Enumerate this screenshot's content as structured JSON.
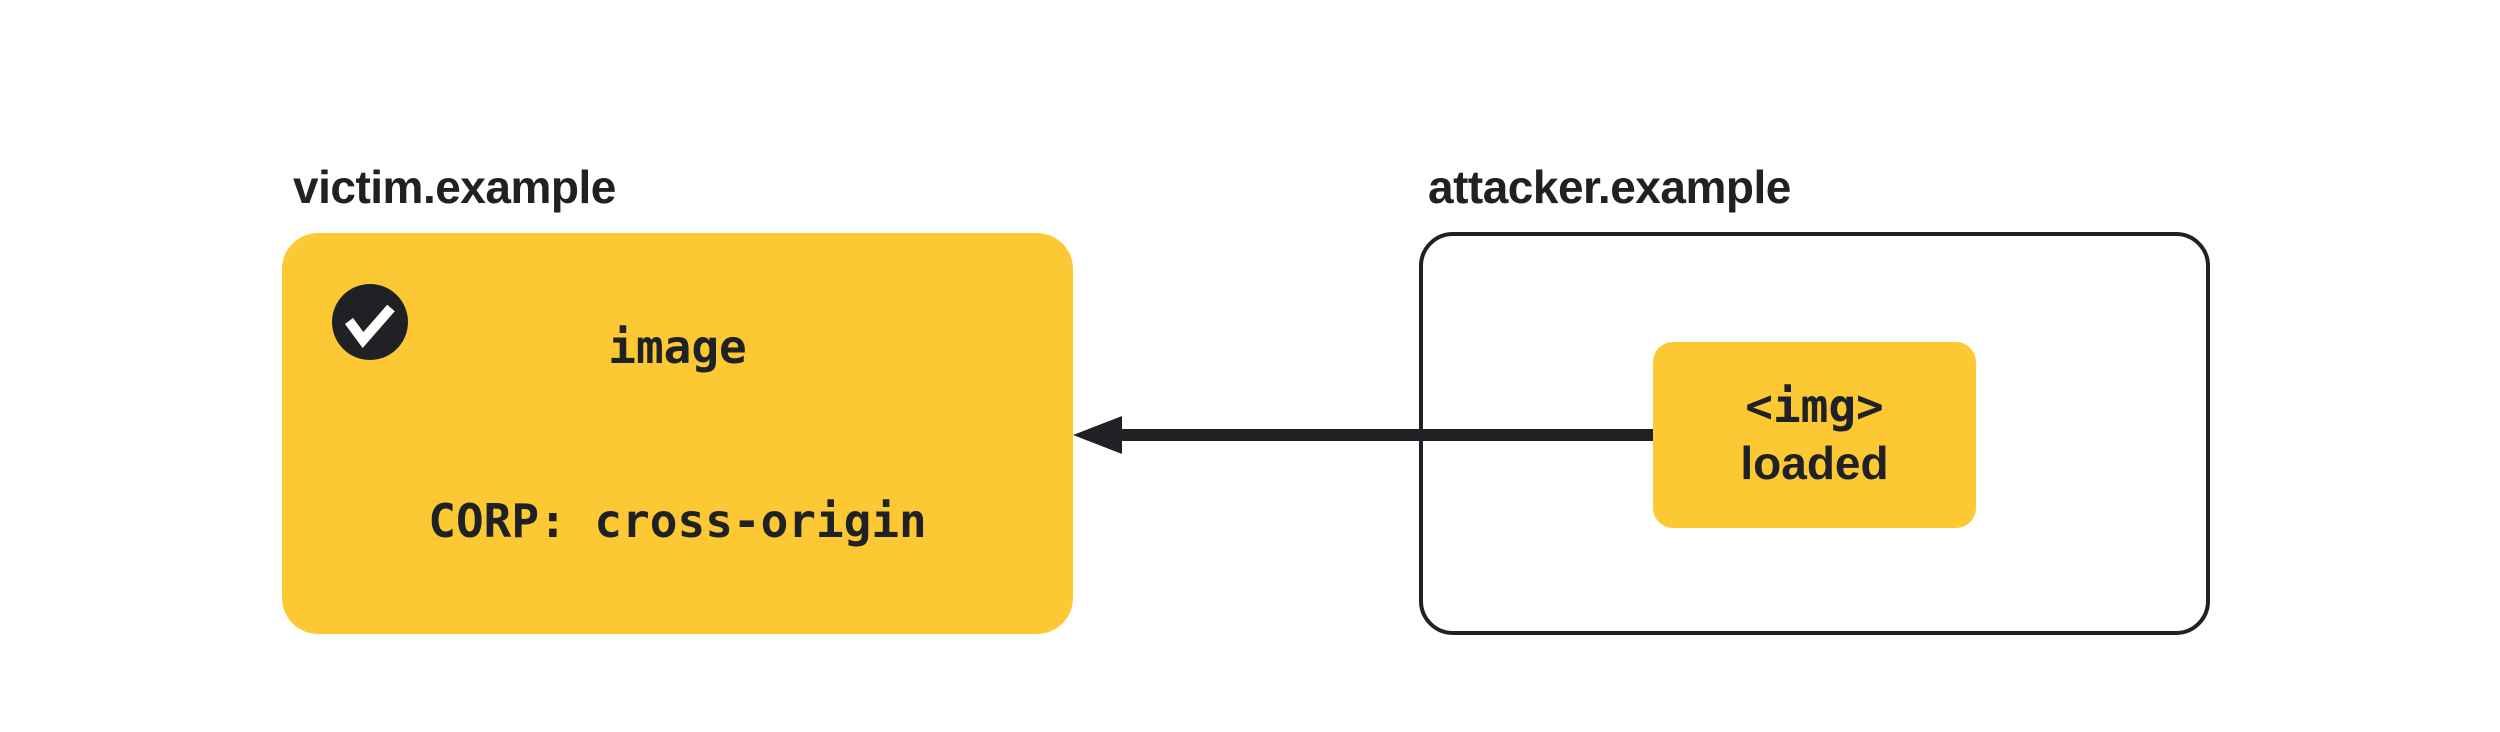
{
  "page": {
    "background": "#ffffff",
    "type": "security-diagram"
  },
  "colors": {
    "accent_yellow": "#FCC934",
    "ink": "#202124",
    "panel_white": "#ffffff"
  },
  "victim": {
    "label": "victim.example",
    "status_icon": "check-circle",
    "resource": "image",
    "corp_header": "CORP: cross-origin"
  },
  "attacker": {
    "label": "attacker.example",
    "img_tag": "<img>",
    "loaded_text": "loaded"
  },
  "arrow": {
    "direction": "left",
    "from": "attacker.example img",
    "to": "victim.example image"
  }
}
